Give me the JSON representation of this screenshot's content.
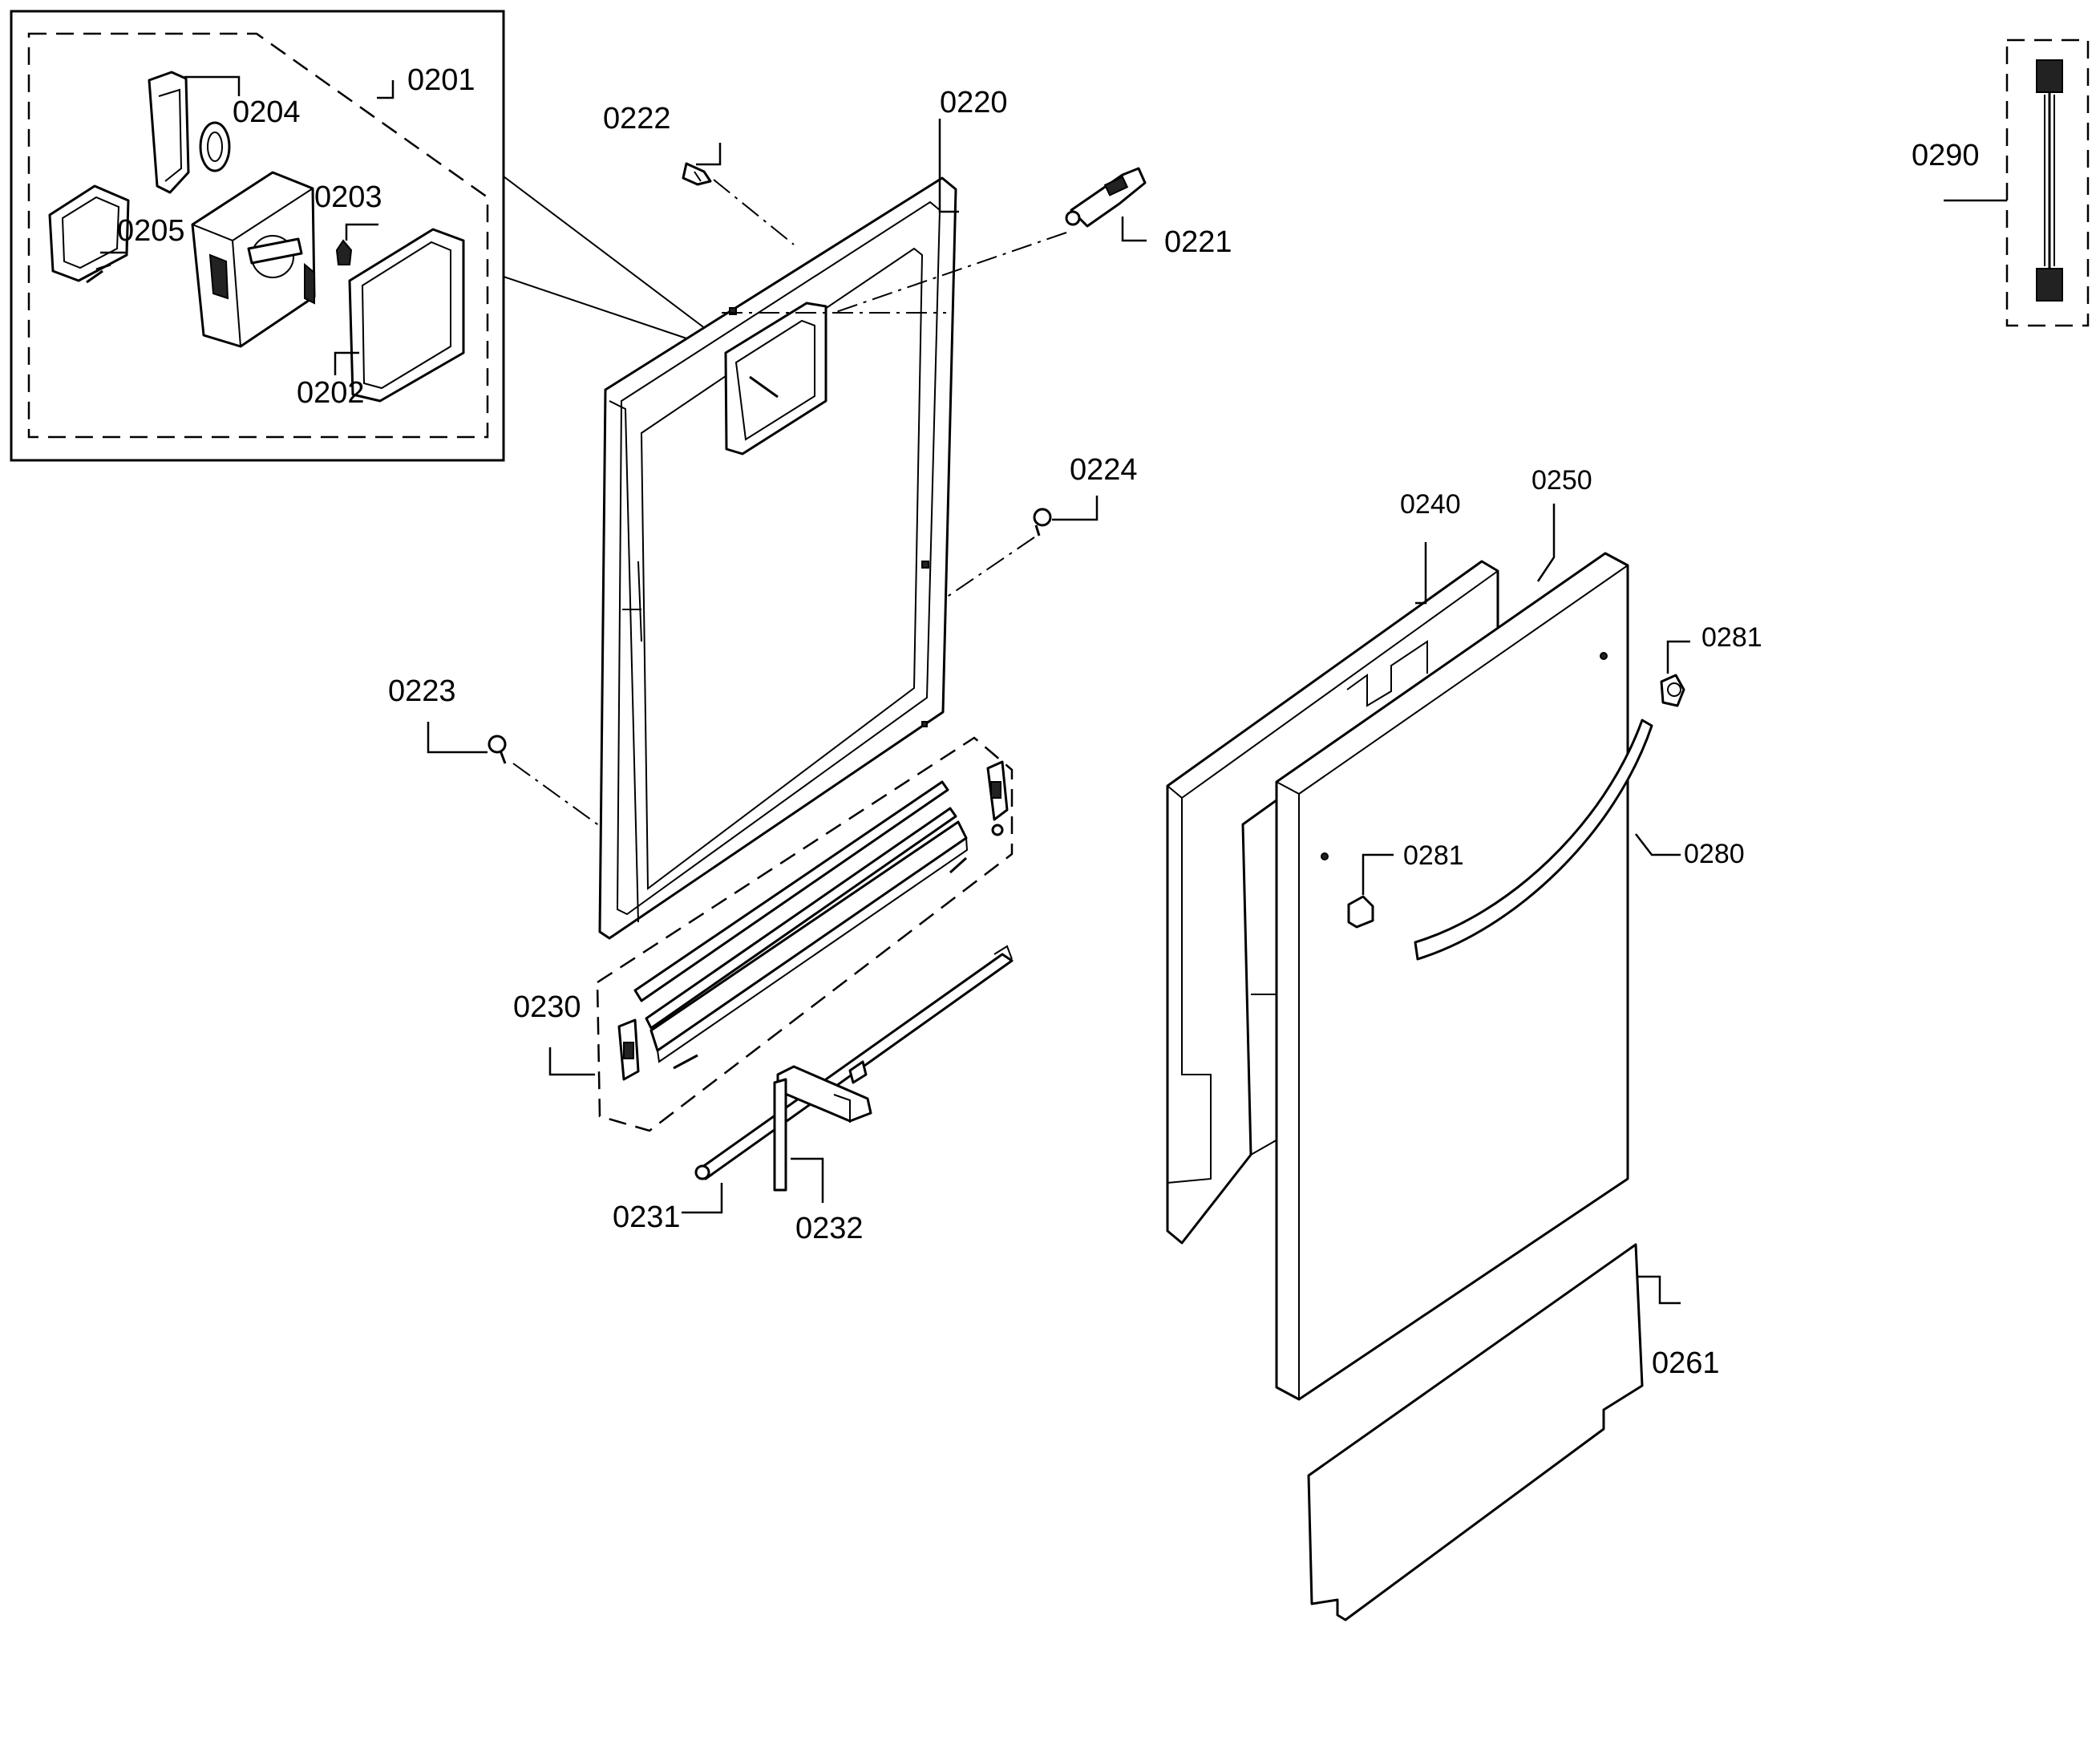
{
  "labels": {
    "l0201": "0201",
    "l0202": "0202",
    "l0203": "0203",
    "l0204": "0204",
    "l0205": "0205",
    "l0220": "0220",
    "l0221": "0221",
    "l0222": "0222",
    "l0223": "0223",
    "l0224": "0224",
    "l0230": "0230",
    "l0231": "0231",
    "l0232": "0232",
    "l0240": "0240",
    "l0250": "0250",
    "l0261": "0261",
    "l0280": "0280",
    "l0281a": "0281",
    "l0281b": "0281",
    "l0290": "0290"
  }
}
